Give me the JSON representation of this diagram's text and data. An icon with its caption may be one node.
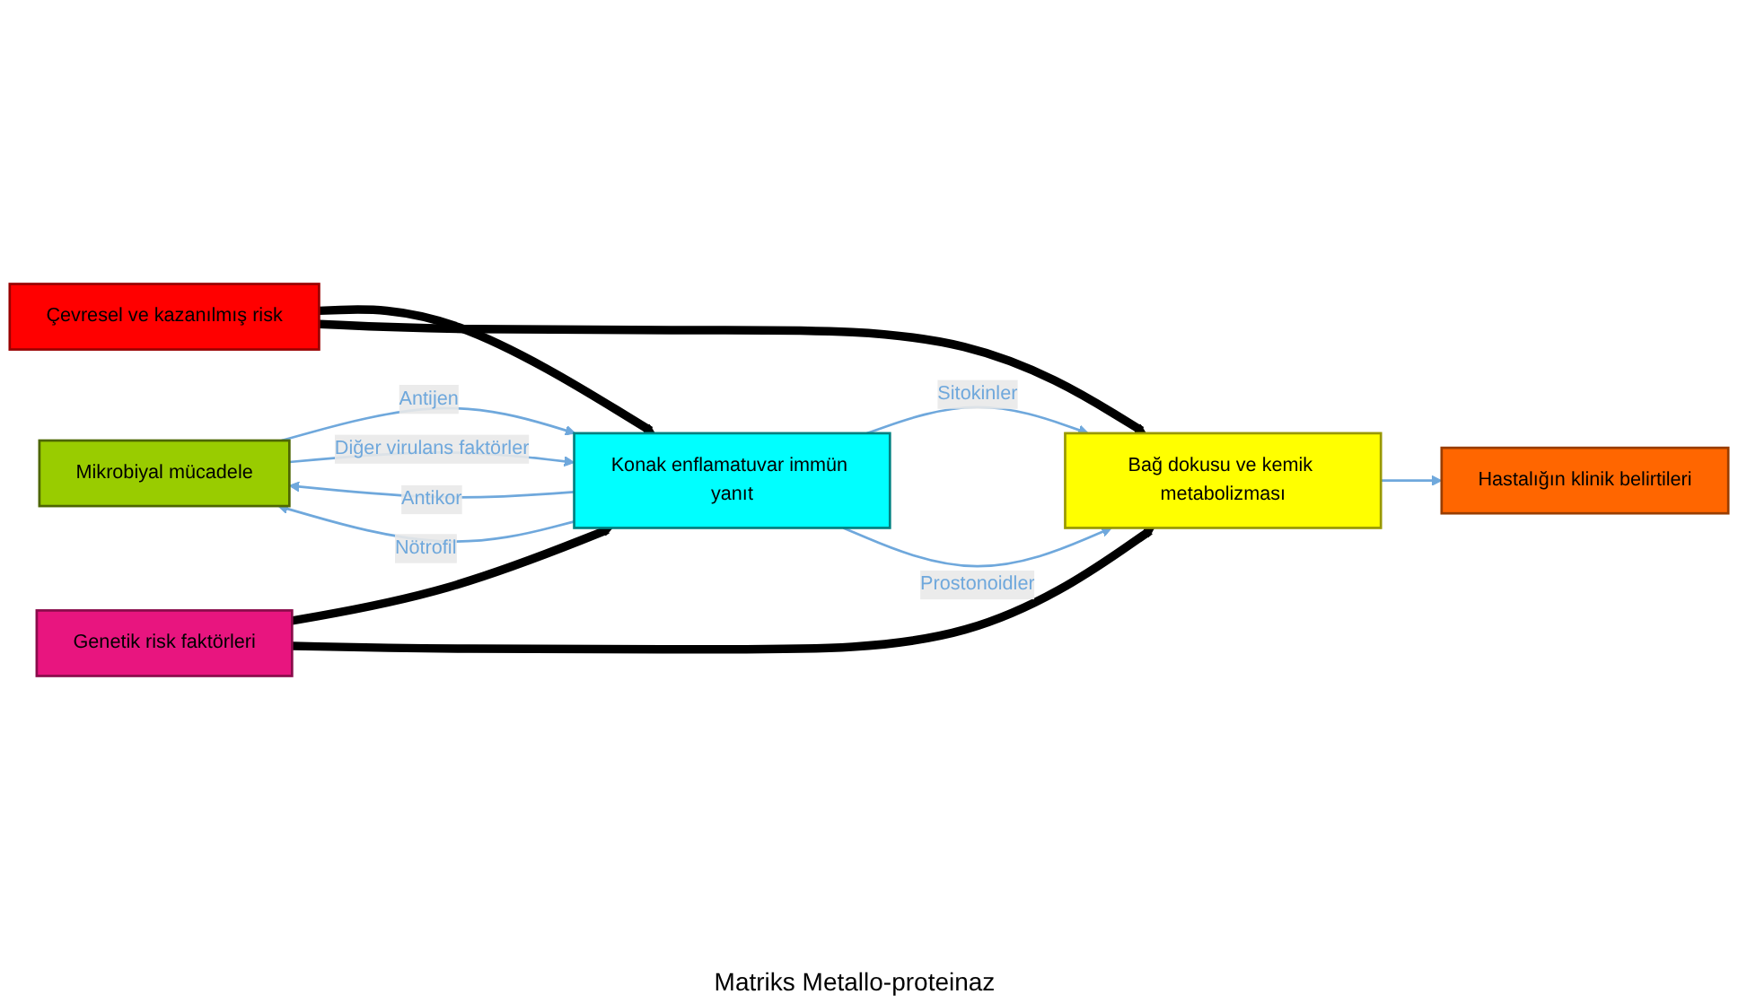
{
  "diagram": {
    "nodes": [
      {
        "text": [
          "Çevresel ve kazanılmış risk"
        ]
      },
      {
        "text": [
          "Mikrobiyal mücadele"
        ]
      },
      {
        "text": [
          "Konak enflamatuvar immün yanıt"
        ]
      },
      {
        "text": [
          "Bağ dokusu ve kemik metabolizması"
        ]
      },
      {
        "text": [
          "Hastalığın klinik belirtileri"
        ]
      },
      {
        "text": [
          "Genetik risk faktörleri"
        ]
      }
    ],
    "edges": [
      {
        "from": 0,
        "to": 2,
        "arrow": "to",
        "style": "thick",
        "color": "#000000"
      },
      {
        "from": 0,
        "to": 3,
        "arrow": "to",
        "style": "thick",
        "color": "#000000"
      },
      {
        "from": 2,
        "to": 1,
        "arrow": "to",
        "label": "Antikor"
      },
      {
        "from": 2,
        "to": 1,
        "arrow": "to",
        "label": "Nötrofil"
      },
      {
        "from": 1,
        "to": 2,
        "arrow": "to",
        "label": "Antijen"
      },
      {
        "from": 1,
        "to": 2,
        "arrow": "to",
        "label": "Diğer virulans faktörler"
      },
      {
        "from": 2,
        "to": 3,
        "arrow": "to",
        "label": "Sitokinler"
      },
      {
        "from": 2,
        "to": 3,
        "arrow": "to",
        "label": "Prostonoidler"
      },
      {
        "from": 3,
        "to": 4,
        "arrow": "to"
      },
      {
        "from": 5,
        "to": 2,
        "arrow": "to",
        "style": "thick",
        "color": "#000000"
      },
      {
        "from": 5,
        "to": 3,
        "arrow": "to",
        "style": "thick",
        "color": "#000000"
      }
    ],
    "labels": [
      "Matriks Metallo-proteinaz"
    ]
  }
}
